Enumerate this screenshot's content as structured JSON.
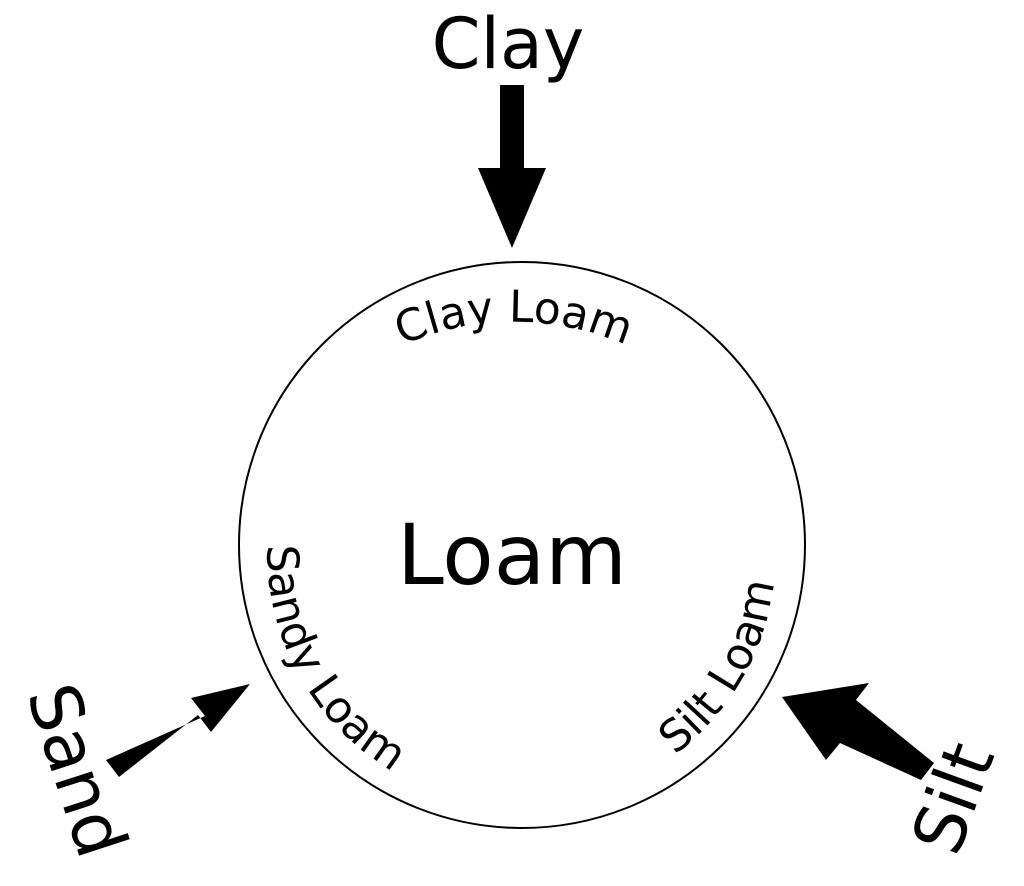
{
  "diagram": {
    "center_label": "Loam",
    "inputs": {
      "top": "Clay",
      "left": "Sand",
      "right": "Silt"
    },
    "arc_labels": {
      "top": "Clay Loam",
      "left": "Sandy Loam",
      "right": "Silt Loam"
    },
    "colors": {
      "ink": "#000000",
      "background": "#ffffff"
    },
    "icons": [
      "arrow-down-icon",
      "arrow-up-right-icon",
      "arrow-up-left-icon"
    ]
  }
}
